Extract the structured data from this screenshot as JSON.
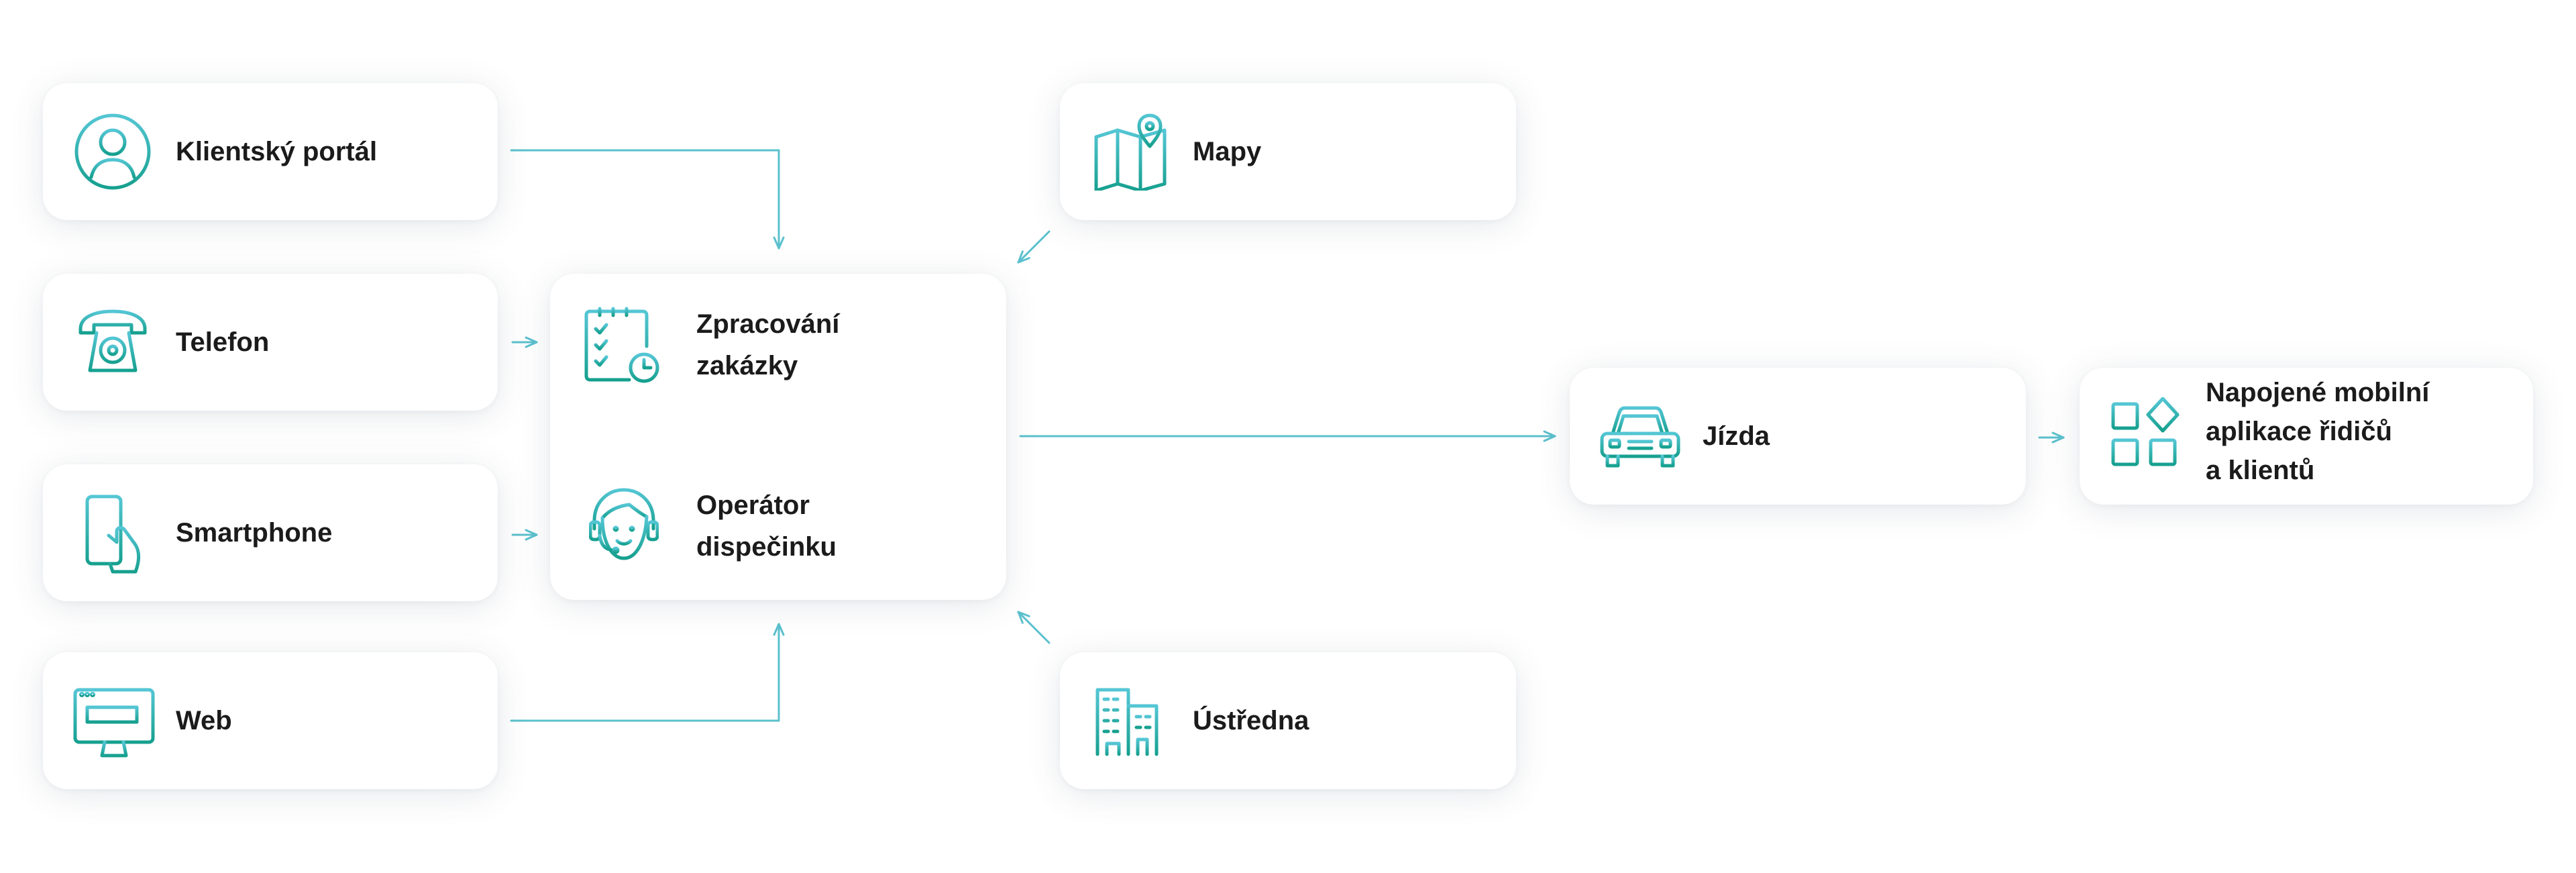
{
  "colors": {
    "accent_light": "#54c6d4",
    "accent_dark": "#16a08f",
    "arrow": "#5bc0cd",
    "text": "#1b1b1b"
  },
  "inputs": [
    {
      "label": "Klientský portál",
      "icon": "user-icon"
    },
    {
      "label": "Telefon",
      "icon": "telephone-icon"
    },
    {
      "label": "Smartphone",
      "icon": "smartphone-icon"
    },
    {
      "label": "Web",
      "icon": "monitor-icon"
    }
  ],
  "center": {
    "processing": {
      "label": "Zpracování\nzakázky",
      "icon": "checklist-icon"
    },
    "operator": {
      "label": "Operátor\ndispečinku",
      "icon": "headset-operator-icon"
    }
  },
  "side": {
    "maps": {
      "label": "Mapy",
      "icon": "map-pin-icon"
    },
    "exchange": {
      "label": "Ústředna",
      "icon": "building-icon"
    }
  },
  "ride": {
    "label": "Jízda",
    "icon": "car-icon"
  },
  "apps": {
    "label": "Napojené mobilní\naplikace řidičů\na klientů",
    "icon": "app-blocks-icon"
  }
}
